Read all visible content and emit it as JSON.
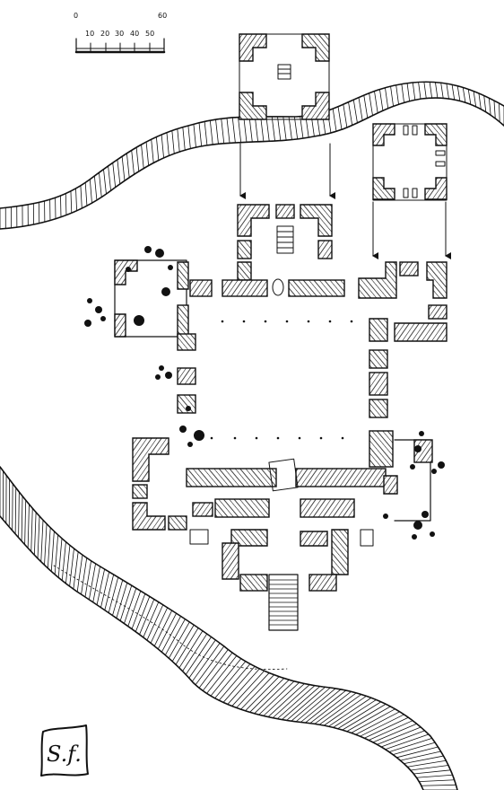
{
  "scale_bar": {
    "start_label": "0",
    "end_label": "60",
    "tick_labels": [
      "10",
      "20",
      "30",
      "40",
      "50"
    ]
  },
  "signature": {
    "text": "S.f."
  },
  "colors": {
    "ink": "#111111",
    "paper": "#ffffff"
  },
  "features": [
    "river-north",
    "river-south",
    "ruined-keep",
    "stairs",
    "collapsed-walls"
  ]
}
